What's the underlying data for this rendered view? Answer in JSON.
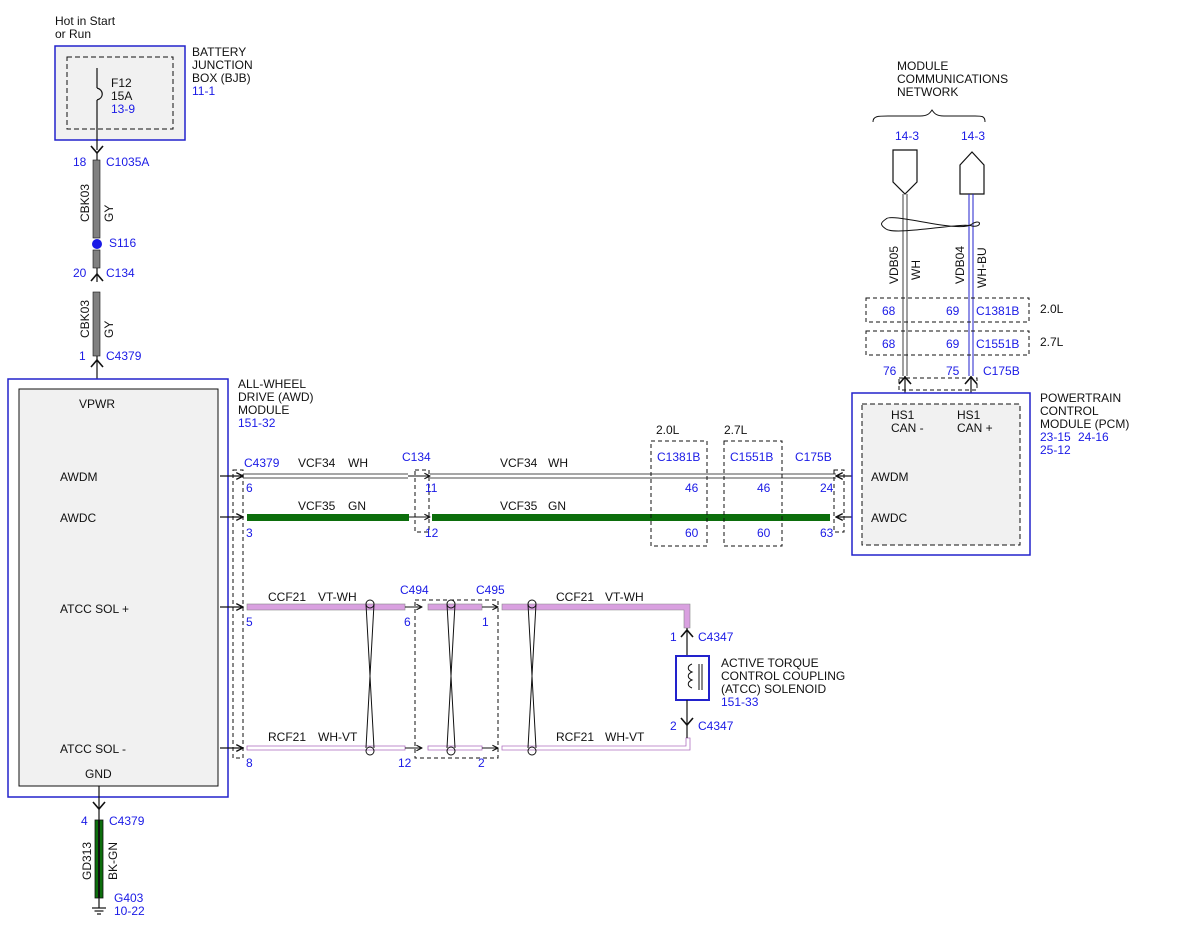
{
  "colors": {
    "frame_blue": "#2222cc",
    "label_blue": "#1a1ae6",
    "wire_gray": "#808080",
    "wire_green": "#0c6e0c",
    "wire_violet": "#d9a0e0",
    "module_fill": "#f1f1f1"
  },
  "top": {
    "hot_line1": "Hot in Start",
    "hot_line2": "or Run"
  },
  "bjb": {
    "title_lines": [
      "BATTERY",
      "JUNCTION",
      "BOX (BJB)"
    ],
    "ref": "11-1",
    "fuse_name": "F12",
    "fuse_rating": "15A",
    "fuse_ref": "13-9"
  },
  "power_feed": {
    "c1035a_pin": "18",
    "c1035a": "C1035A",
    "circuit_a": "CBK03",
    "color_a": "GY",
    "splice": "S116",
    "c134_pin": "20",
    "c134": "C134",
    "circuit_b": "CBK03",
    "color_b": "GY",
    "c4379_pin": "1",
    "c4379": "C4379"
  },
  "awd": {
    "title_lines": [
      "ALL-WHEEL",
      "DRIVE (AWD)",
      "MODULE"
    ],
    "ref": "151-32",
    "pins": [
      "VPWR",
      "AWDM",
      "AWDC",
      "ATCC SOL +",
      "ATCC SOL -",
      "GND"
    ]
  },
  "can_wires": {
    "c4379": "C4379",
    "c134": "C134",
    "c175b": "C175B",
    "awdm_pin_awd": "6",
    "awdc_pin_awd": "3",
    "awdm_pin_c134": "11",
    "awdc_pin_c134": "12",
    "vcf34": "VCF34",
    "wh": "WH",
    "vcf35": "VCF35",
    "gn": "GN",
    "label_20l": "2.0L",
    "label_27l": "2.7L",
    "c1381b": "C1381B",
    "c1551b": "C1551B",
    "pin46a": "46",
    "pin46b": "46",
    "pin60a": "60",
    "pin60b": "60",
    "pin24": "24",
    "pin63": "63"
  },
  "atcc_wires": {
    "c494": "C494",
    "c495": "C495",
    "ccf21": "CCF21",
    "vtwh": "VT-WH",
    "rcf21": "RCF21",
    "whvt": "WH-VT",
    "pin5": "5",
    "pin6": "6",
    "pin1": "1",
    "pin8": "8",
    "pin12": "12",
    "pin2": "2"
  },
  "solenoid": {
    "pin_top": "1",
    "conn_top": "C4347",
    "pin_bot": "2",
    "conn_bot": "C4347",
    "title_lines": [
      "ACTIVE TORQUE",
      "CONTROL COUPLING",
      "(ATCC) SOLENOID"
    ],
    "ref": "151-33"
  },
  "ground": {
    "pin": "4",
    "conn": "C4379",
    "circuit": "GD313",
    "color": "BK-GN",
    "gnd_id": "G403",
    "ref": "10-22"
  },
  "network": {
    "title_lines": [
      "MODULE",
      "COMMUNICATIONS",
      "NETWORK"
    ],
    "ref_left": "14-3",
    "ref_right": "14-3",
    "vdb05": "VDB05",
    "wh": "WH",
    "vdb04": "VDB04",
    "whbu": "WH-BU",
    "pin68a": "68",
    "pin69a": "69",
    "c1381b": "C1381B",
    "label_20l": "2.0L",
    "pin68b": "68",
    "pin69b": "69",
    "c1551b": "C1551B",
    "label_27l": "2.7L",
    "pin76": "76",
    "pin75": "75",
    "c175b": "C175B"
  },
  "pcm": {
    "title_lines": [
      "POWERTRAIN",
      "CONTROL",
      "MODULE (PCM)"
    ],
    "ref_a": "23-15",
    "ref_b": "24-16",
    "ref_c": "25-12",
    "hs1_left": "HS1",
    "can_minus": "CAN -",
    "hs1_right": "HS1",
    "can_plus": "CAN +",
    "awdm": "AWDM",
    "awdc": "AWDC"
  }
}
